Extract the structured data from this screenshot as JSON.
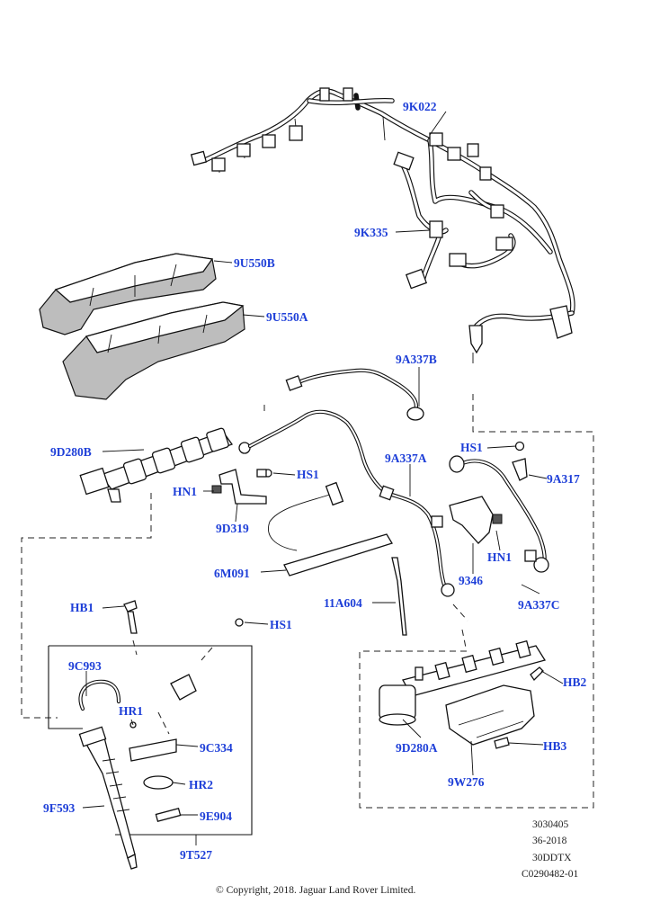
{
  "diagram": {
    "part_labels": {
      "p_9K022": "9K022",
      "p_9K335": "9K335",
      "p_9U550B": "9U550B",
      "p_9U550A": "9U550A",
      "p_9A337B": "9A337B",
      "p_9D280B": "9D280B",
      "p_HS1_a": "HS1",
      "p_HS1_b": "HS1",
      "p_HS1_c": "HS1",
      "p_9A317": "9A317",
      "p_HN1_a": "HN1",
      "p_HN1_b": "HN1",
      "p_9A337A": "9A337A",
      "p_9D319": "9D319",
      "p_6M091": "6M091",
      "p_9346": "9346",
      "p_9A337C": "9A337C",
      "p_HB1": "HB1",
      "p_11A604": "11A604",
      "p_9C993": "9C993",
      "p_HR1": "HR1",
      "p_HB2": "HB2",
      "p_9C334": "9C334",
      "p_HB3": "HB3",
      "p_9D280A": "9D280A",
      "p_HR2": "HR2",
      "p_9W276": "9W276",
      "p_9F593": "9F593",
      "p_9E904": "9E904",
      "p_9T527": "9T527"
    },
    "reference_codes": [
      "3030405",
      "36-2018",
      "30DDTX",
      "C0290482-01"
    ],
    "copyright": "© Copyright, 2018. Jaguar Land Rover Limited.",
    "colors": {
      "label": "#1e3fd8",
      "line": "#111111",
      "shading": "#bdbdbd"
    }
  }
}
